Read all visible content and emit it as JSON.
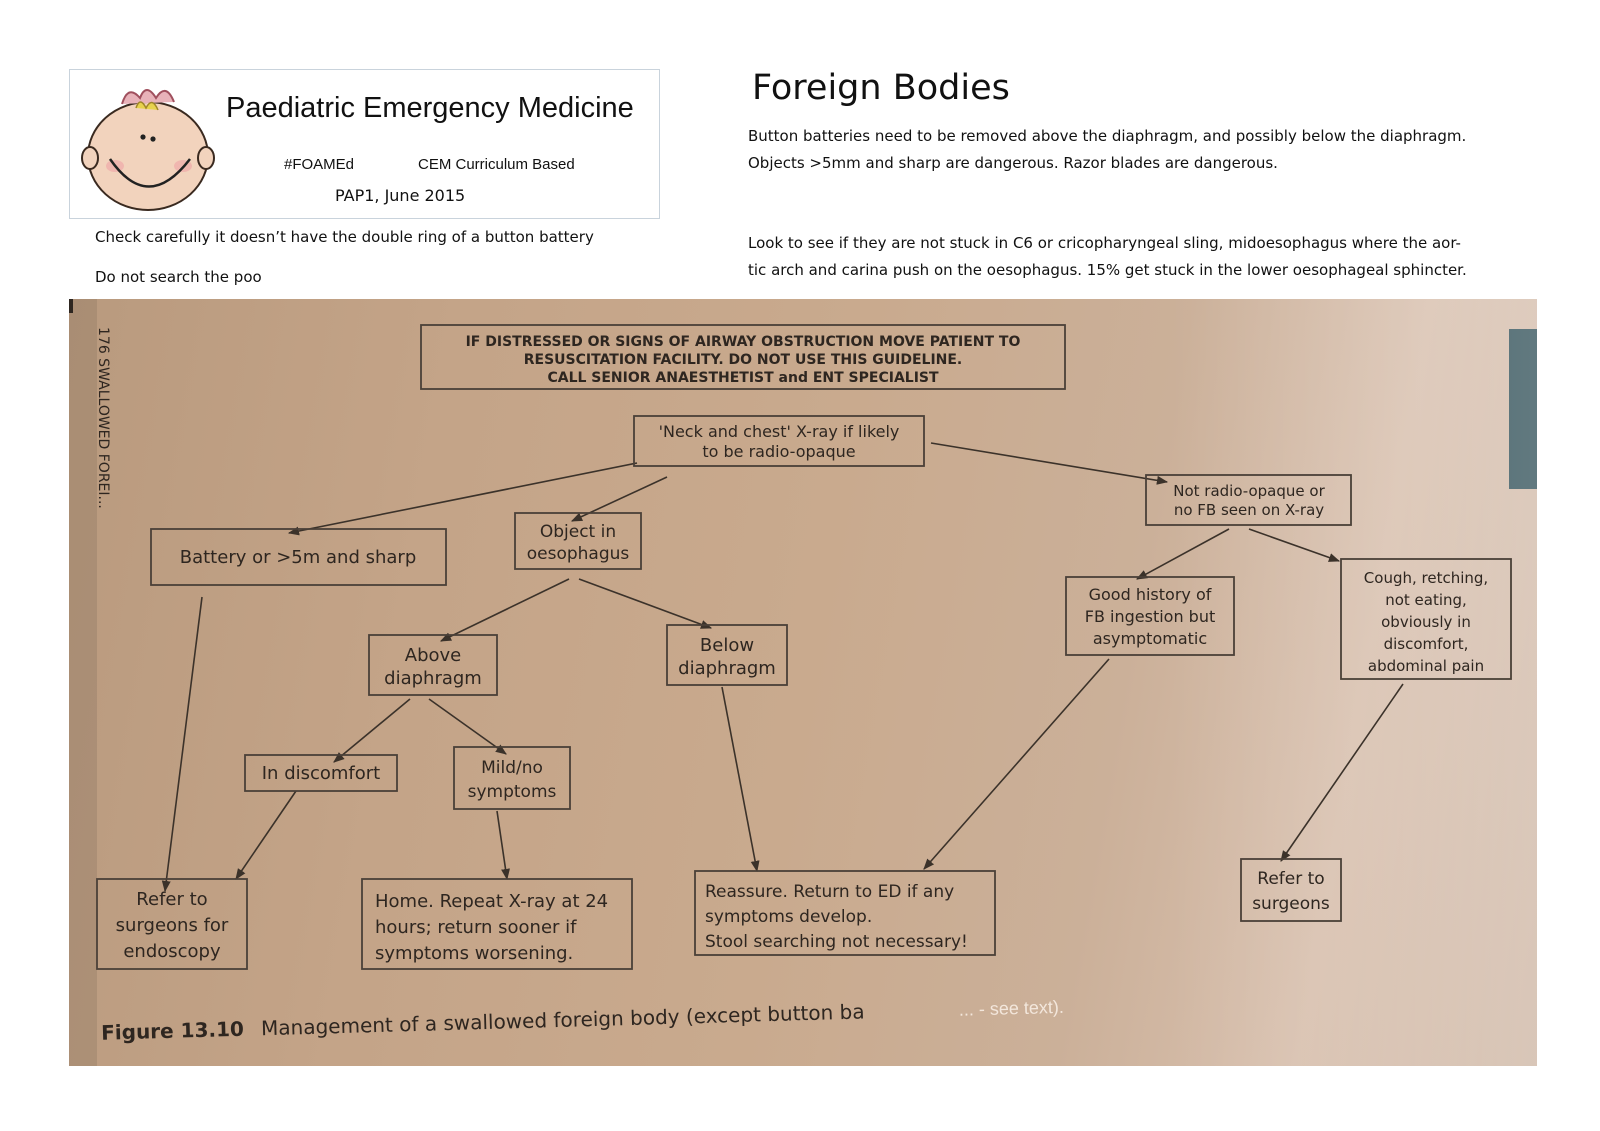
{
  "header": {
    "title": "Paediatric Emergency Medicine",
    "tag_left": "#FOAMEd",
    "tag_right": "CEM Curriculum Based",
    "date": "PAP1, June 2015"
  },
  "notes": {
    "battery_check": "Check carefully it doesn’t have the double ring of a button battery",
    "poo": "Do not search the poo"
  },
  "page_title": "Foreign Bodies",
  "para1": {
    "line1": "Button batteries need to be removed above the diaphragm, and possibly below the diaphragm.",
    "line2": "Objects >5mm and sharp are dangerous. Razor blades are dangerous."
  },
  "para2": {
    "line1": "Look to see if they are not stuck in C6 or cricopharyngeal sling, midoesophagus where the aor-",
    "line2": "tic arch and  carina push on the oesophagus. 15% get stuck in the lower oesophageal sphincter."
  },
  "flowchart": {
    "side_text": "176  SWALLOWED FOREI...",
    "warning": [
      "IF DISTRESSED OR SIGNS OF AIRWAY OBSTRUCTION MOVE PATIENT TO",
      "RESUSCITATION FACILITY. DO NOT USE THIS GUIDELINE.",
      "CALL SENIOR ANAESTHETIST and ENT SPECIALIST"
    ],
    "xray": [
      "'Neck and chest' X-ray if likely",
      "to be radio-opaque"
    ],
    "battery": [
      "Battery or >5m and sharp"
    ],
    "oesophagus": [
      "Object in",
      "oesophagus"
    ],
    "not_opaque": [
      "Not radio-opaque or",
      "no FB seen on X-ray"
    ],
    "above": [
      "Above",
      "diaphragm"
    ],
    "below": [
      "Below",
      "diaphragm"
    ],
    "good_history": [
      "Good history of",
      "FB ingestion but",
      "asymptomatic"
    ],
    "cough": [
      "Cough, retching,",
      "not eating,",
      "obviously in",
      "discomfort,",
      "abdominal pain"
    ],
    "discomfort": [
      "In discomfort"
    ],
    "mild": [
      "Mild/no",
      "symptoms"
    ],
    "refer_endoscopy": [
      "Refer to",
      "surgeons for",
      "endoscopy"
    ],
    "home": [
      "Home. Repeat X-ray at 24",
      "hours; return sooner if",
      "symptoms worsening."
    ],
    "reassure": [
      "Reassure. Return to ED if any",
      "symptoms develop.",
      "Stool searching not necessary!"
    ],
    "refer_surgeons": [
      "Refer to",
      "surgeons"
    ],
    "caption_prefix": "Figure 13.10",
    "caption": "Management of a swallowed foreign body (except button ba",
    "caption_faded": "...    - see text)."
  }
}
